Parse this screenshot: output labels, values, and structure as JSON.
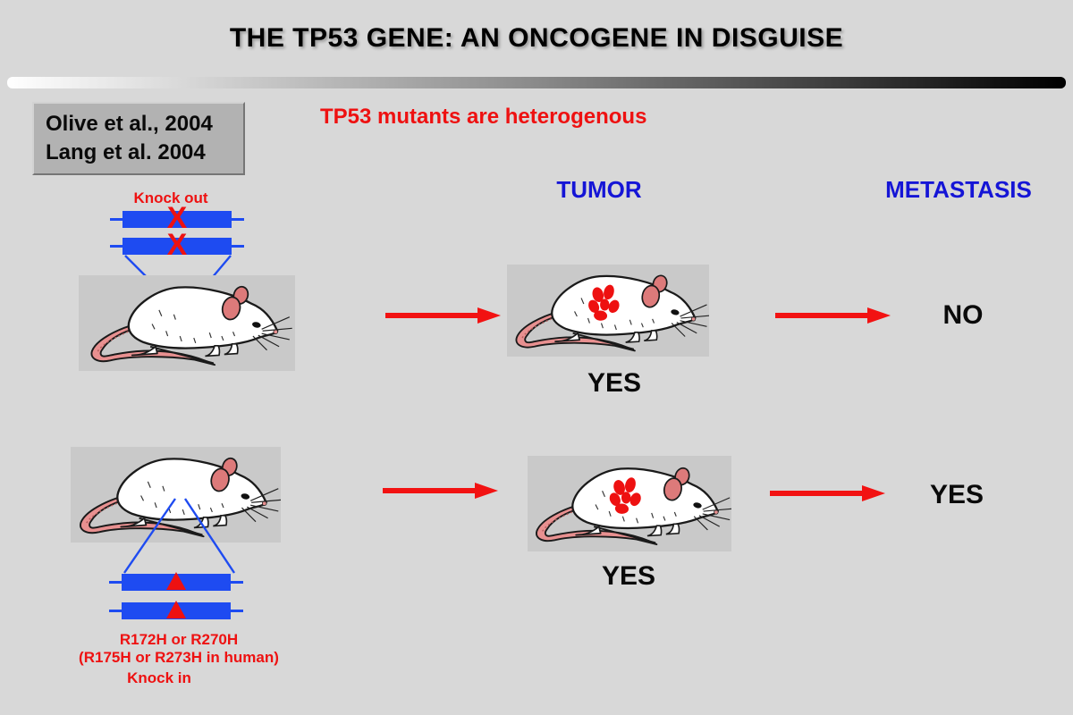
{
  "title": "THE TP53 GENE: AN ONCOGENE IN DISGUISE",
  "citation": {
    "line1": "Olive et al., 2004",
    "line2": "Lang et al. 2004"
  },
  "subtitle": "TP53 mutants are heterogenous",
  "columns": {
    "tumor": "TUMOR",
    "metastasis": "METASTASIS"
  },
  "rows": [
    {
      "label": "Knock out",
      "marker": "X",
      "tumor": "YES",
      "metastasis": "NO"
    },
    {
      "label": "Knock in",
      "mutation": "R172H or R270H",
      "mutation_human": "(R175H or R273H in human)",
      "tumor": "YES",
      "metastasis": "YES"
    }
  ],
  "colors": {
    "background": "#d8d8d8",
    "image_box": "#c9c9c9",
    "citation_box": "#b2b2b2",
    "gene_blue": "#1e4bf1",
    "header_blue": "#1515d6",
    "accent_red": "#ee1111",
    "arrow_red": "#f21212",
    "title_black": "#000000"
  }
}
